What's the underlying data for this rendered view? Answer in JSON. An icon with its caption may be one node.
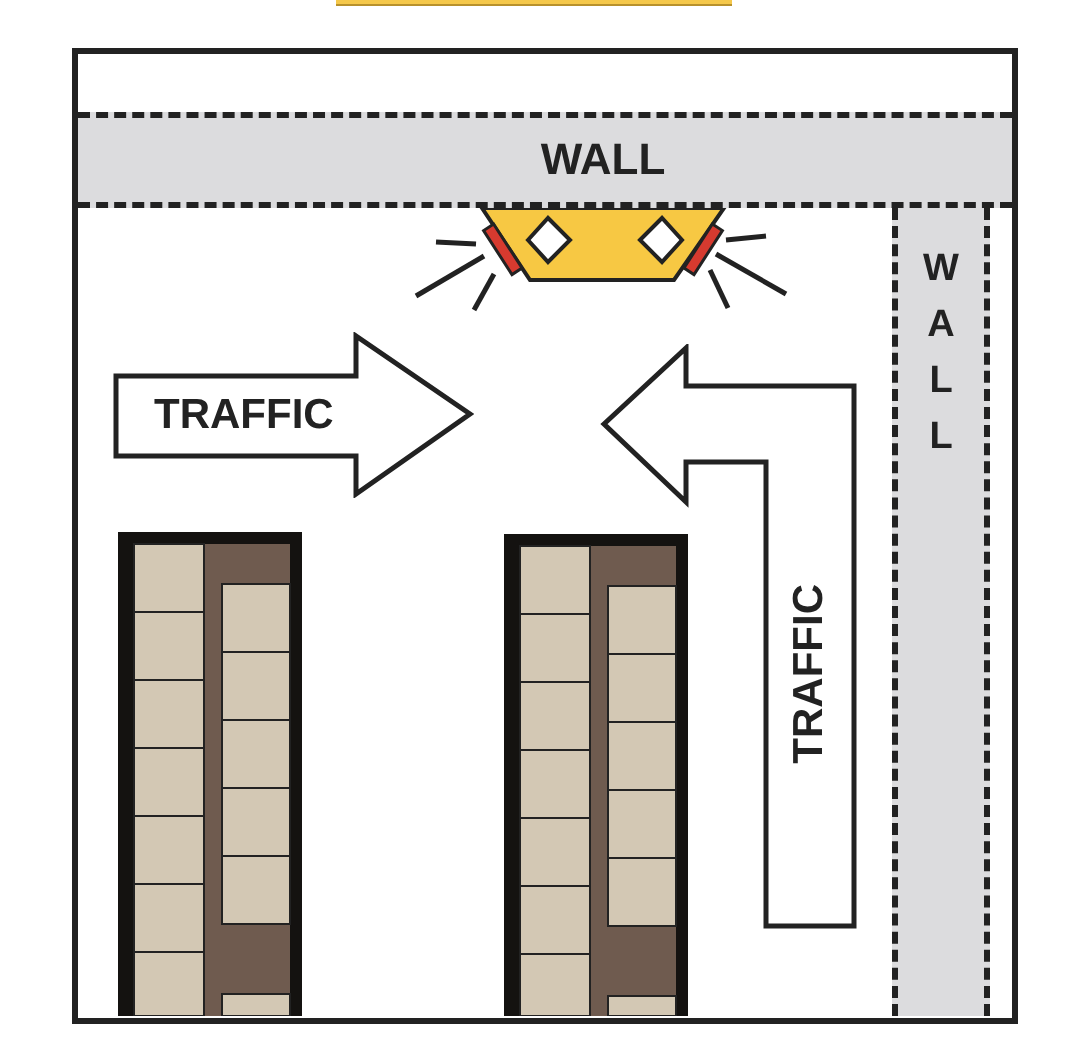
{
  "diagram": {
    "nodes": [
      {
        "text": [
          "WALL"
        ]
      },
      {
        "text": [
          "WALL"
        ]
      },
      {
        "text": [
          "TRAFFIC"
        ]
      },
      {
        "text": [
          "TRAFFIC"
        ]
      }
    ]
  }
}
